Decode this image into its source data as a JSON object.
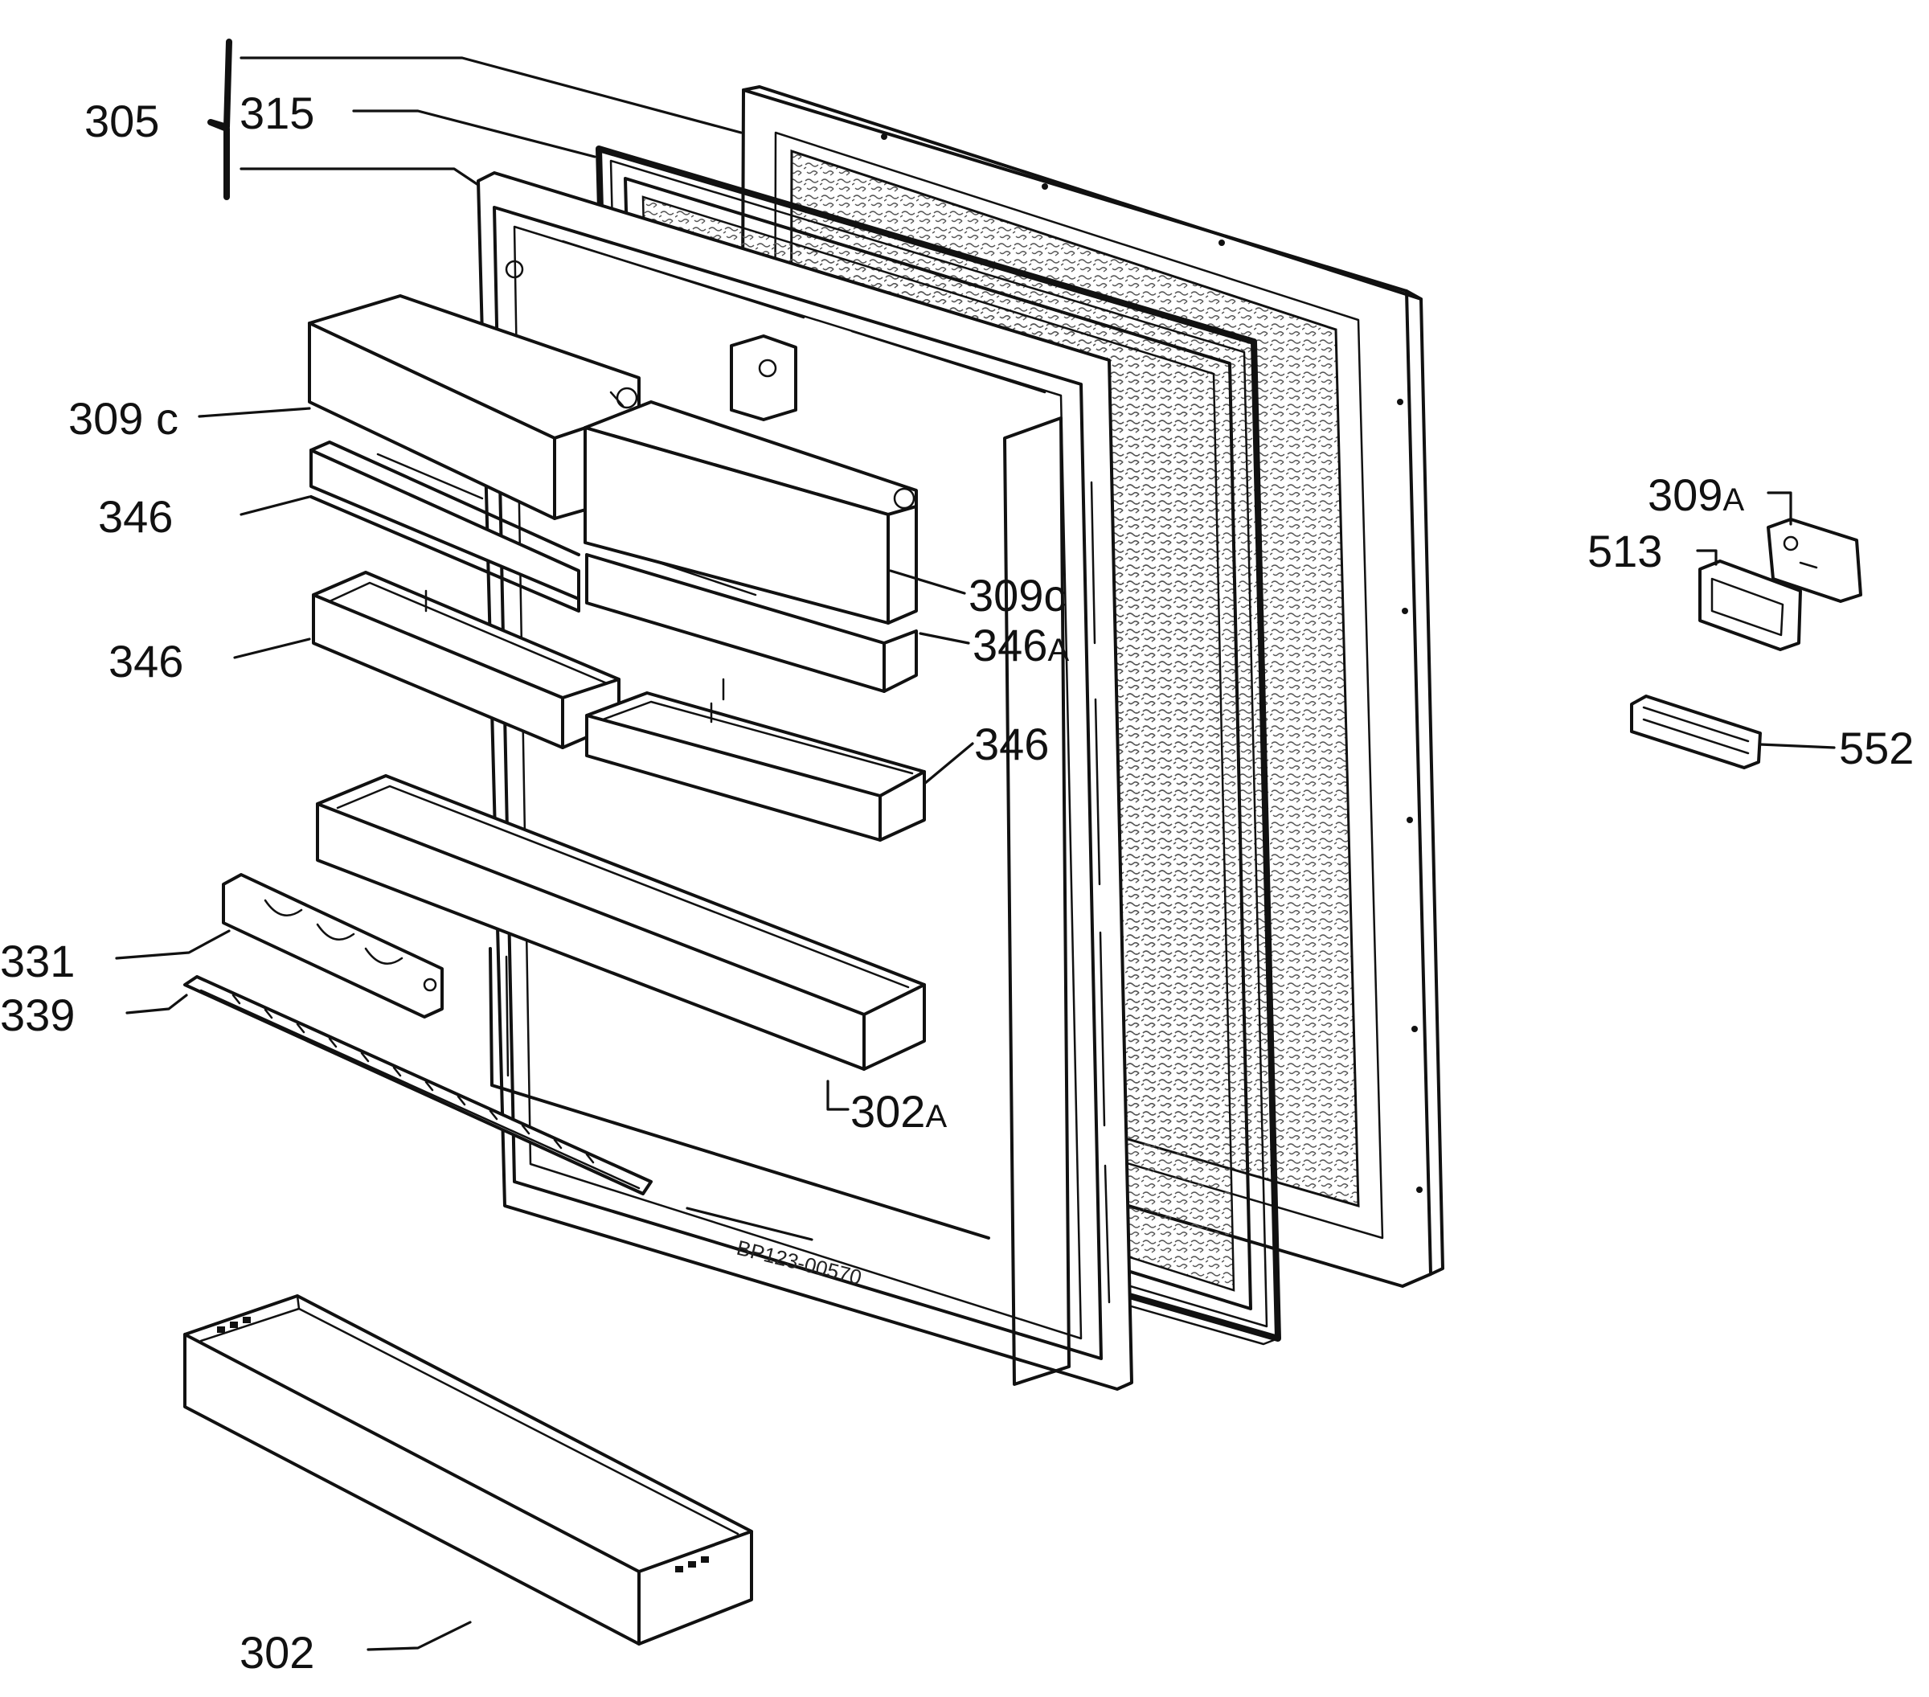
{
  "colors": {
    "ink": "#111111",
    "paper": "#ffffff",
    "foam_texture": "#555555"
  },
  "drawing_ref": "BP123-00570",
  "callouts": {
    "c305": "305",
    "c315": "315",
    "c309c_left": "309 c",
    "c346_a": "346",
    "c346_b": "346",
    "c309c_right": "309c",
    "c346a_num": "346",
    "c346a_suffix": "A",
    "c346_c": "346",
    "c331": "331",
    "c339": "339",
    "c302a_num": "302",
    "c302a_suffix": "A",
    "c302": "302",
    "c309a_num": "309",
    "c309a_suffix": "A",
    "c513": "513",
    "c552": "552"
  }
}
